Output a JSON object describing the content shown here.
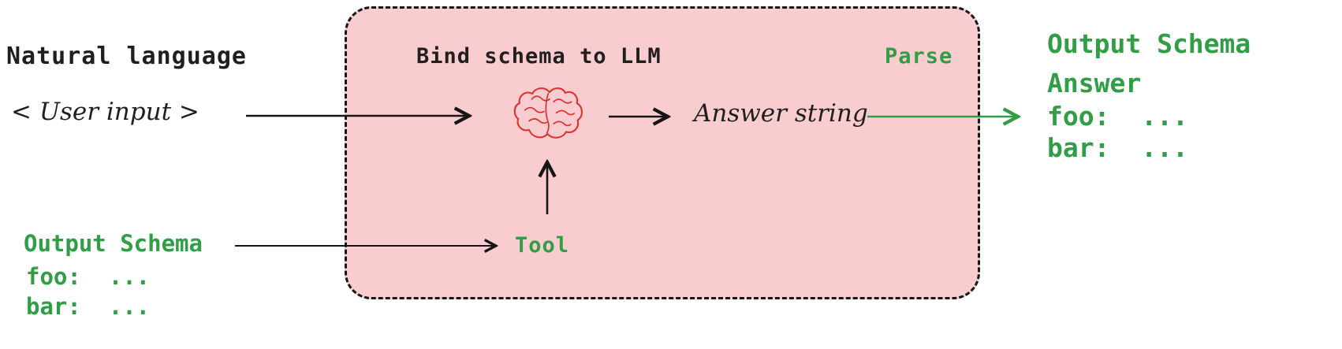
{
  "colors": {
    "dark": "#1f1f1f",
    "green": "#2f9e44",
    "box-fill": "#f9cdd0",
    "brain-red": "#e03131",
    "arrow-black": "#151515"
  },
  "left": {
    "natural_language": "Natural language",
    "user_input": "< User input >",
    "output_schema": {
      "title": "Output Schema",
      "foo": "foo:  ...",
      "bar": "bar:  ..."
    }
  },
  "llm_box": {
    "title": "Bind schema to LLM",
    "parse": "Parse",
    "answer_string": "Answer string",
    "tool": "Tool"
  },
  "right": {
    "output_schema": {
      "title": "Output Schema",
      "answer": "Answer",
      "foo": "foo:  ...",
      "bar": "bar:  ..."
    }
  },
  "icons": {
    "brain": "red-sketch-brain"
  }
}
